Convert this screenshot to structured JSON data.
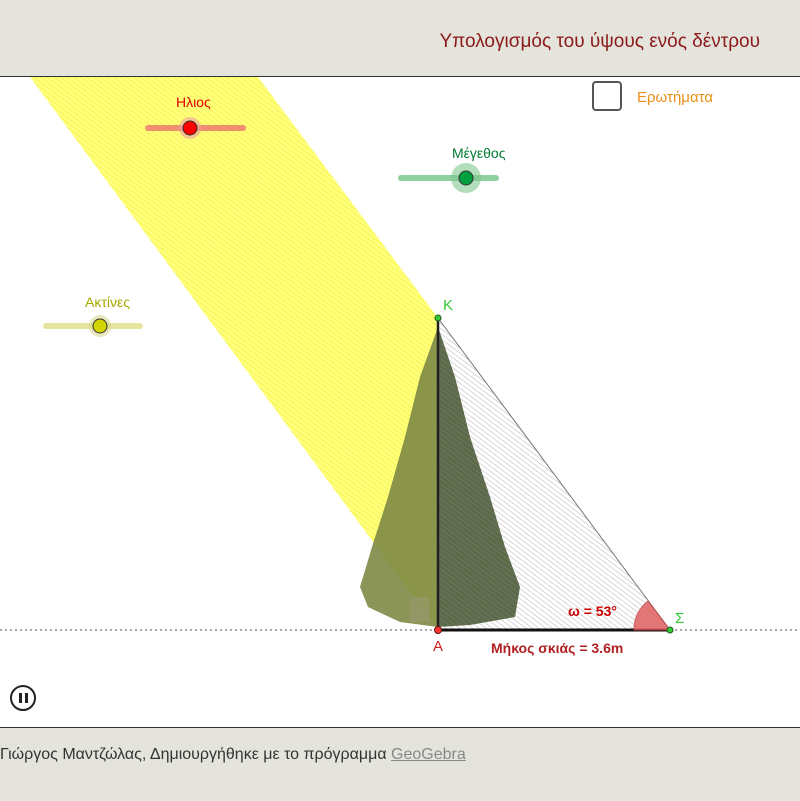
{
  "header": {
    "title": "Υπολογισμός του ύψους ενός δέντρου"
  },
  "controls": {
    "questions_label": "Ερωτήματα",
    "sun_slider_label": "Ηλιος",
    "size_slider_label": "Μέγεθος",
    "rays_slider_label": "Ακτίνες"
  },
  "figure": {
    "point_top": "Κ",
    "point_base": "Α",
    "point_shadow": "Σ",
    "angle_label": "ω = 53°",
    "shadow_length_label": "Μήκος σκιάς = 3.6m"
  },
  "footer": {
    "credit_prefix": "Γιώργος Μαντζώλας, Δημιουργήθηκε με το πρόγραμμα",
    "credit_link": "GeoGebra"
  },
  "colors": {
    "title": "#8b1a1a",
    "sun": "#ff0000",
    "size": "#00a040",
    "rays": "#d4d400",
    "labels_points": "#33cc33",
    "angle_fill": "#e06060",
    "questions": "#e8901a"
  }
}
